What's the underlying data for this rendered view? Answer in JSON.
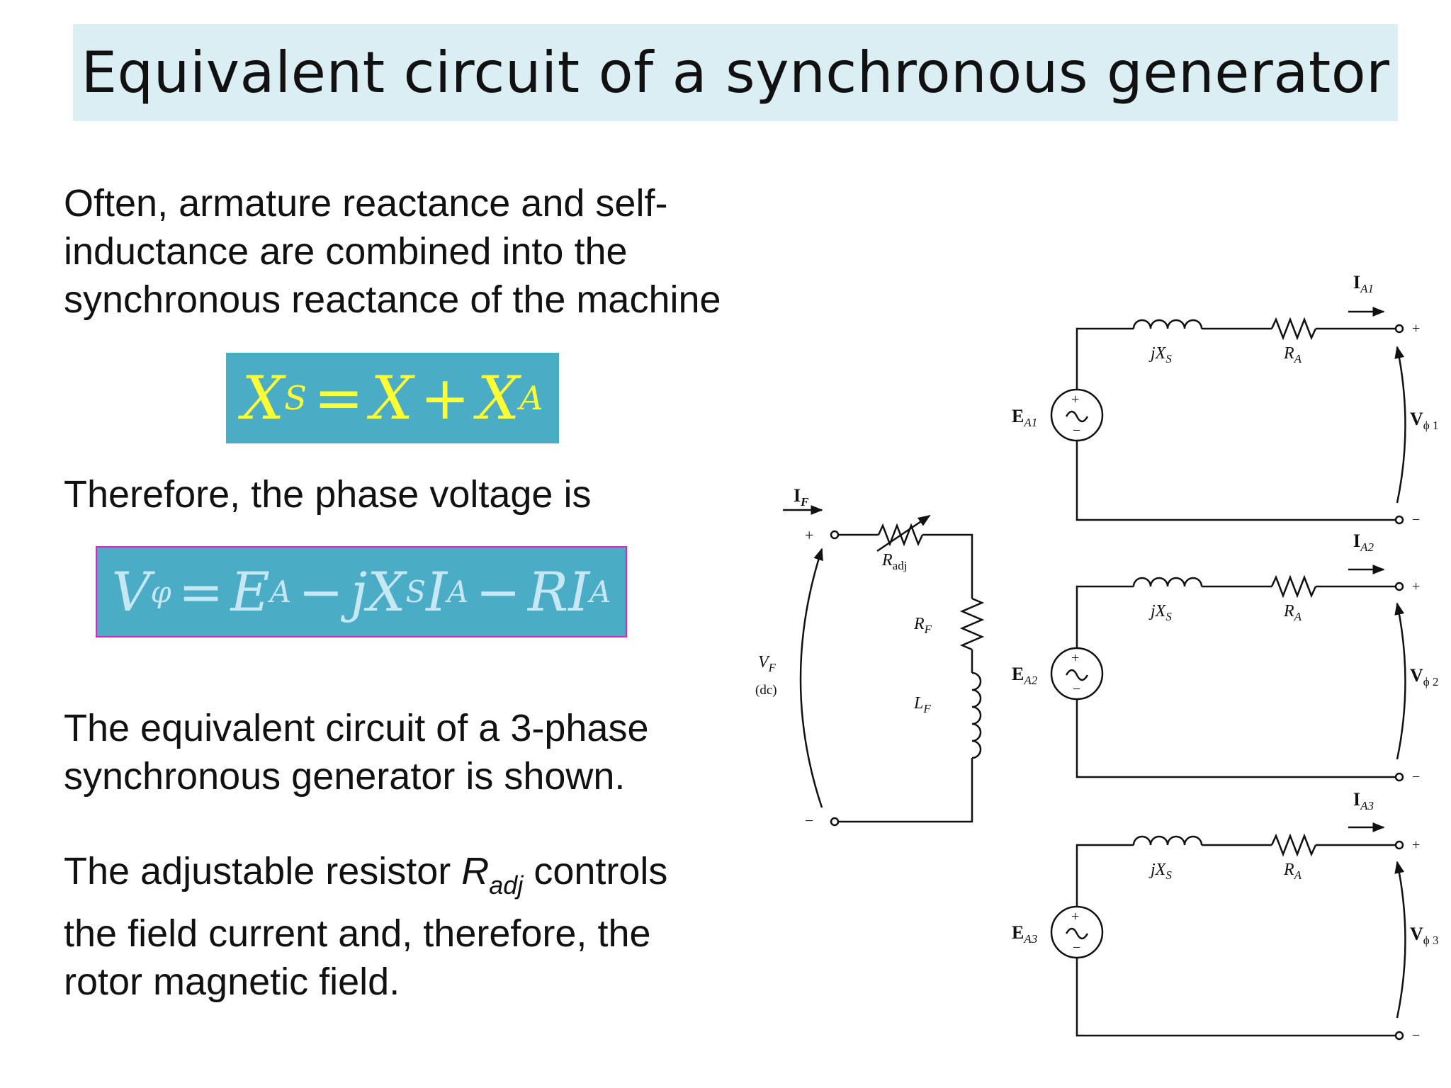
{
  "title": "Equivalent circuit of a synchronous generator",
  "paragraphs": {
    "p1_l1": "Often, armature reactance and self-",
    "p1_l2": "inductance are combined into the",
    "p1_l3": "synchronous reactance of the machine",
    "p2": "Therefore, the phase voltage is",
    "p3_l1": "The equivalent circuit of a 3-phase",
    "p3_l2": "synchronous generator is shown.",
    "p4_l1_pre": "The adjustable resistor ",
    "p4_l1_R": "R",
    "p4_l1_sub": "adj",
    "p4_l1_post": " controls",
    "p4_l2": "the field current and, therefore, the",
    "p4_l3": "rotor magnetic field."
  },
  "formula1": {
    "lhs": "X",
    "lhs_sub": "S",
    "eq": "=",
    "t1": "X",
    "plus": "+",
    "t2": "X",
    "t2_sub": "A"
  },
  "formula2": {
    "lhs": "V",
    "lhs_sub": "φ",
    "eq": "=",
    "t1": "E",
    "t1_sub": "A",
    "minus1": "−",
    "t2": "jX",
    "t2_sub": "S",
    "t3": "I",
    "t3_sub": "A",
    "minus2": "−",
    "t4": "RI",
    "t4_sub": "A"
  },
  "field_circuit": {
    "current": "I",
    "current_sub": "F",
    "resistor_adj": "R",
    "resistor_adj_sub": "adj",
    "resistor": "R",
    "resistor_sub": "F",
    "inductor": "L",
    "inductor_sub": "F",
    "voltage": "V",
    "voltage_sub": "F",
    "voltage_note": "(dc)",
    "plus": "+",
    "minus": "−"
  },
  "phases": [
    {
      "current": "I",
      "current_sub": "A1",
      "source": "E",
      "source_sub": "A1",
      "reactance": "jX",
      "reactance_sub": "S",
      "resistance": "R",
      "resistance_sub": "A",
      "voltage": "V",
      "voltage_sub": "ϕ 1",
      "plus": "+",
      "minus": "−"
    },
    {
      "current": "I",
      "current_sub": "A2",
      "source": "E",
      "source_sub": "A2",
      "reactance": "jX",
      "reactance_sub": "S",
      "resistance": "R",
      "resistance_sub": "A",
      "voltage": "V",
      "voltage_sub": "ϕ 2",
      "plus": "+",
      "minus": "−"
    },
    {
      "current": "I",
      "current_sub": "A3",
      "source": "E",
      "source_sub": "A3",
      "reactance": "jX",
      "reactance_sub": "S",
      "resistance": "R",
      "resistance_sub": "A",
      "voltage": "V",
      "voltage_sub": "ϕ 3",
      "plus": "+",
      "minus": "−"
    }
  ],
  "colors": {
    "title_bg": "#daeef3",
    "formula_bg": "#4bacc6",
    "formula1_text": "#ffff33",
    "formula2_text": "#c6e7f4",
    "formula2_border": "#e020c8"
  }
}
